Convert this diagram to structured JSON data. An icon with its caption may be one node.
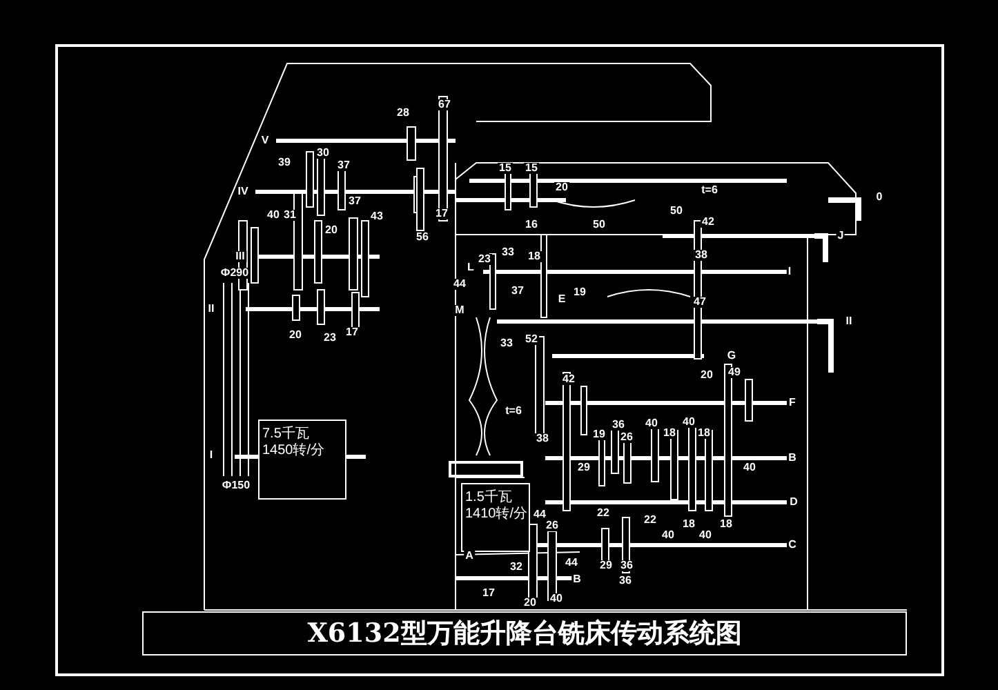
{
  "diagram": {
    "title": "X6132型万能升降台铣床传动系统图",
    "nodes": [
      {
        "text": [
          "7.5千瓦",
          "1450转/分"
        ]
      },
      {
        "text": [
          "1.5千瓦",
          "1410转/分"
        ]
      }
    ],
    "labels": [
      "67",
      "28",
      "V",
      "39",
      "30",
      "37",
      "15",
      "15",
      "IV",
      "17",
      "20",
      "t=6",
      "0",
      "40",
      "31",
      "37",
      "43",
      "20",
      "16",
      "50",
      "50",
      "42",
      "56",
      "J",
      "III",
      "Ф290",
      "II",
      "23",
      "33",
      "L",
      "18",
      "44",
      "38",
      "I",
      "37",
      "E",
      "19",
      "M",
      "II",
      "47",
      "33",
      "52",
      "20",
      "23",
      "17",
      "G",
      "20",
      "49",
      "42",
      "F",
      "36",
      "19",
      "26",
      "40",
      "18",
      "40",
      "18",
      "38",
      "t=6",
      "29",
      "B",
      "40",
      "I",
      "D",
      "22",
      "22",
      "18",
      "18",
      "40",
      "40",
      "44",
      "26",
      "Ф150",
      "C",
      "A",
      "32",
      "44",
      "29",
      "36",
      "B",
      "17",
      "36",
      "20",
      "40"
    ]
  }
}
